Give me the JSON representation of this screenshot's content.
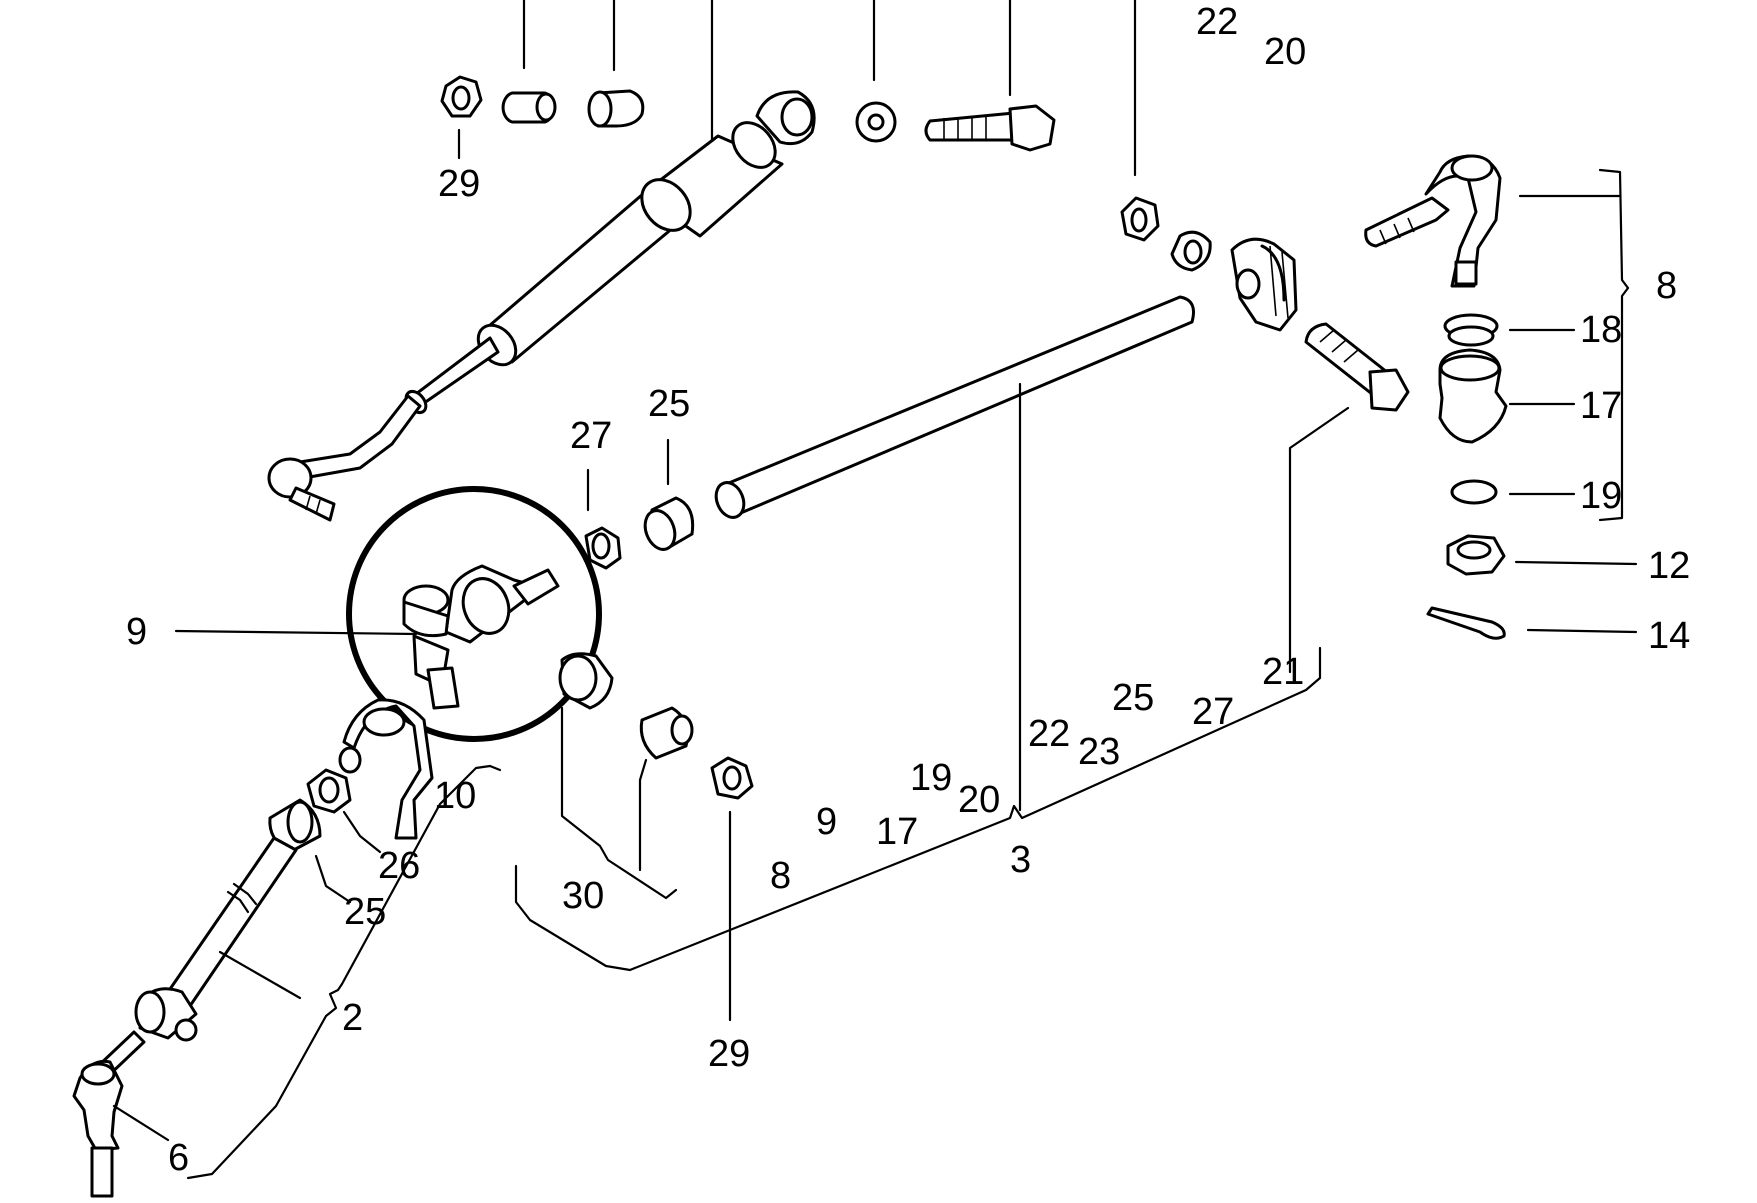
{
  "diagram": {
    "callouts": {
      "c29_top": "29",
      "c22_top": "22",
      "c20_top": "20",
      "c8_right": "8",
      "c18": "18",
      "c17": "17",
      "c19": "19",
      "c12": "12",
      "c14": "14",
      "c21": "21",
      "c25_mid": "25",
      "c27_mid": "27",
      "c9_left": "9",
      "c10": "10",
      "c26": "26",
      "c25_low": "25",
      "c2": "2",
      "c6": "6",
      "c30": "30",
      "c29_bottom": "29",
      "c3": "3",
      "kit3_8": "8",
      "kit3_9": "9",
      "kit3_17": "17",
      "kit3_19": "19",
      "kit3_20": "20",
      "kit3_22": "22",
      "kit3_23": "23",
      "kit3_25": "25",
      "kit3_27": "27",
      "kit3_21": "21"
    },
    "highlighted_part": "9"
  }
}
